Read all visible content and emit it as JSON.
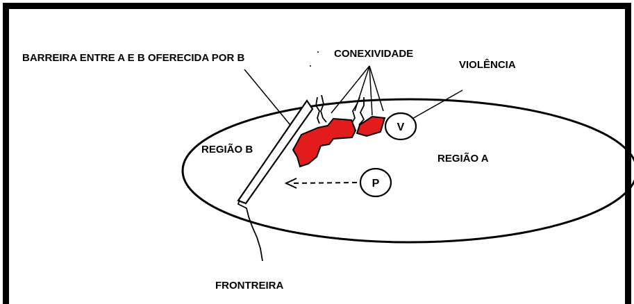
{
  "labels": {
    "barrier": "BARREIRA ENTRE A E B OFERECIDA POR B",
    "connectivity": "CONEXIVIDADE",
    "violence": "VIOLÊNCIA",
    "region_b": "REGIÃO B",
    "region_a": "REGIÃO A",
    "border": "FRONTREIRA"
  },
  "markers": {
    "violence_marker": "V",
    "population_marker": "P"
  },
  "colors": {
    "frame": "#000000",
    "highlight_fill": "#e21c1c",
    "outline": "#000000",
    "background": "#ffffff"
  }
}
